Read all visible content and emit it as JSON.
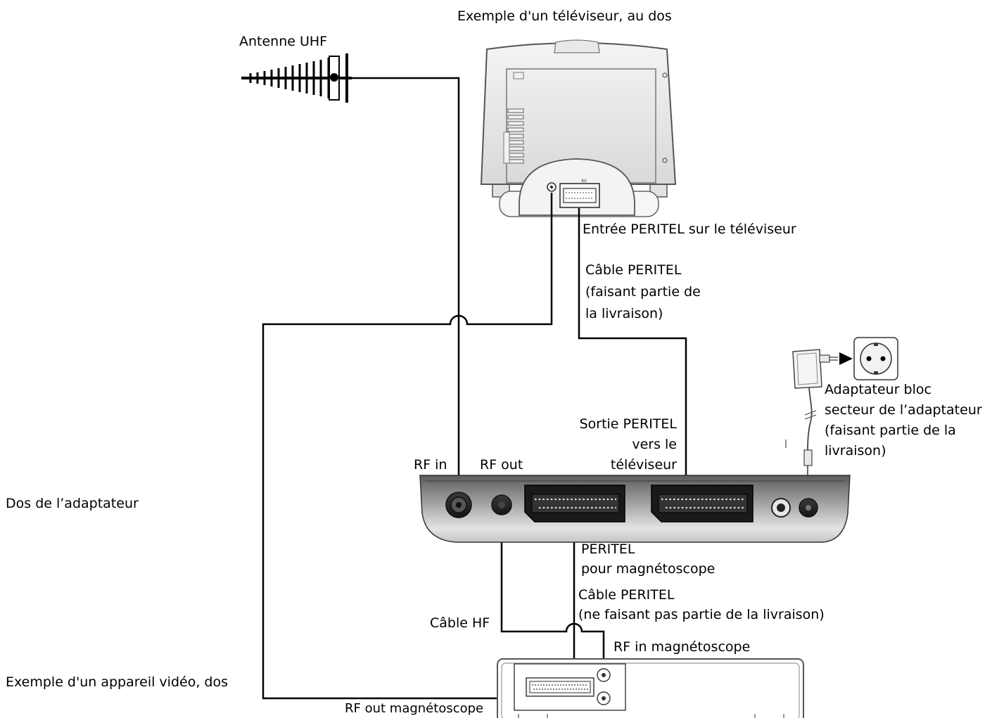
{
  "labels": {
    "tv_title": "Exemple d'un téléviseur, au dos",
    "antenna": "Antenne UHF",
    "tv_scart_in": "Entrée PERITEL sur le téléviseur",
    "scart_cable_1": "Câble PERITEL",
    "scart_cable_2": "(faisant partie de",
    "scart_cable_3": "la livraison)",
    "adapter_1": "Adaptateur bloc",
    "adapter_2": "secteur de l’adaptateur",
    "adapter_3": "(faisant partie de la",
    "adapter_4": "livraison)",
    "scart_out_1": "Sortie PERITEL",
    "scart_out_2": "vers le",
    "scart_out_3": "téléviseur",
    "rf_in": "RF in",
    "rf_out": "RF out",
    "adapter_back": "Dos de l’adaptateur",
    "peritel_vcr_1": "PERITEL",
    "peritel_vcr_2": "pour magnétoscope",
    "scart_cable_vcr_1": "Câble PERITEL",
    "scart_cable_vcr_2": "(ne faisant pas partie de la livraison)",
    "hf_cable": "Câble HF",
    "rf_in_vcr": "RF in  magnétoscope",
    "video_example": "Exemple d'un appareil vidéo, dos",
    "rf_out_vcr": "RF out magnétoscope"
  },
  "icons": [
    "uhf-antenna-icon",
    "tv-back-icon",
    "power-adapter-icon",
    "wall-socket-icon",
    "adapter-device-icon",
    "vcr-back-icon"
  ]
}
